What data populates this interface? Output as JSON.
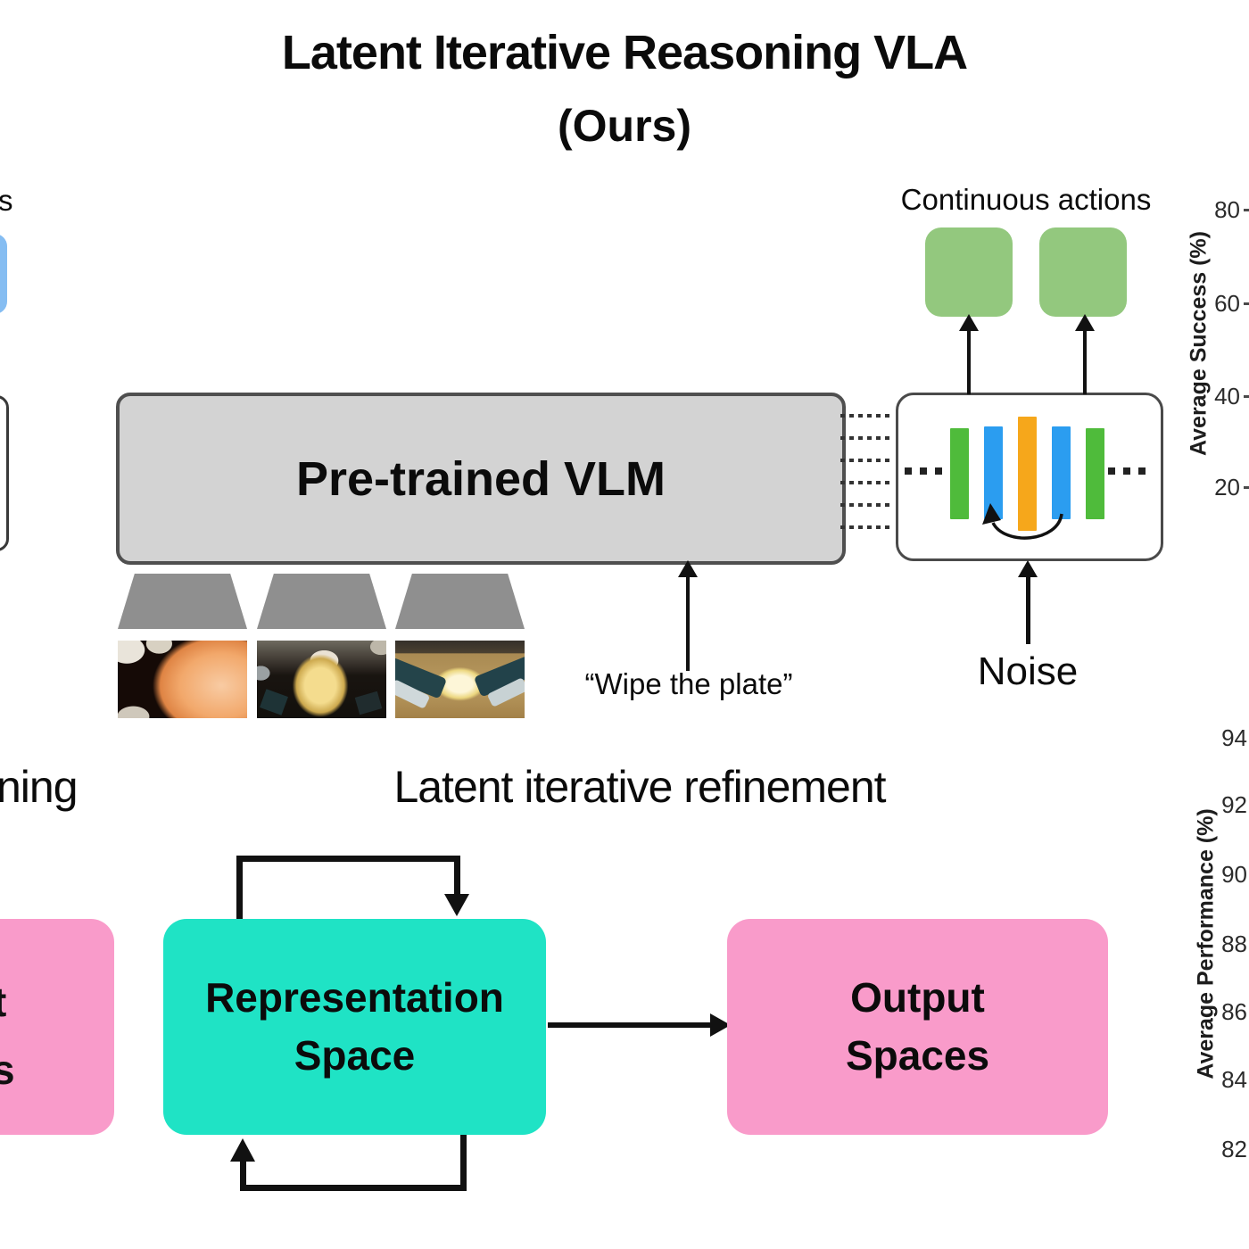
{
  "title": {
    "line1": "Latent Iterative Reasoning VLA",
    "line2": "(Ours)"
  },
  "top_panel": {
    "continuous_actions_label": "Continuous actions",
    "left_cut_label_fragment": "s",
    "vlm_label": "Pre-trained VLM",
    "instruction_text": "“Wipe the plate”",
    "noise_label": "Noise"
  },
  "bottom_panel": {
    "heading": "Latent iterative refinement",
    "heading_left_fragment": "ning",
    "representation_box": {
      "line1": "Representation",
      "line2": "Space"
    },
    "output_box": {
      "line1": "Output",
      "line2": "Spaces"
    },
    "left_cut_box_fragment_line1": "t",
    "left_cut_box_fragment_line2": "s"
  },
  "axes": {
    "upper": {
      "label": "Average Success (%)",
      "ticks": [
        "80",
        "60",
        "40",
        "20"
      ]
    },
    "lower": {
      "label": "Average Performance (%)",
      "ticks": [
        "94",
        "92",
        "90",
        "88",
        "86",
        "84",
        "82"
      ]
    }
  },
  "colors": {
    "action_box_green": "#93c87e",
    "cut_action_box_blue": "#85bdf2",
    "bar_green": "#4fbb3b",
    "bar_blue": "#2b9df0",
    "bar_orange": "#f6a71b",
    "vlm_gray_fill": "#d3d3d3",
    "vlm_border": "#4f4f4f",
    "trapezoid_gray": "#8f8f8f",
    "representation_teal": "#1fe3c5",
    "output_pink": "#f99bca",
    "line_black": "#111111"
  }
}
